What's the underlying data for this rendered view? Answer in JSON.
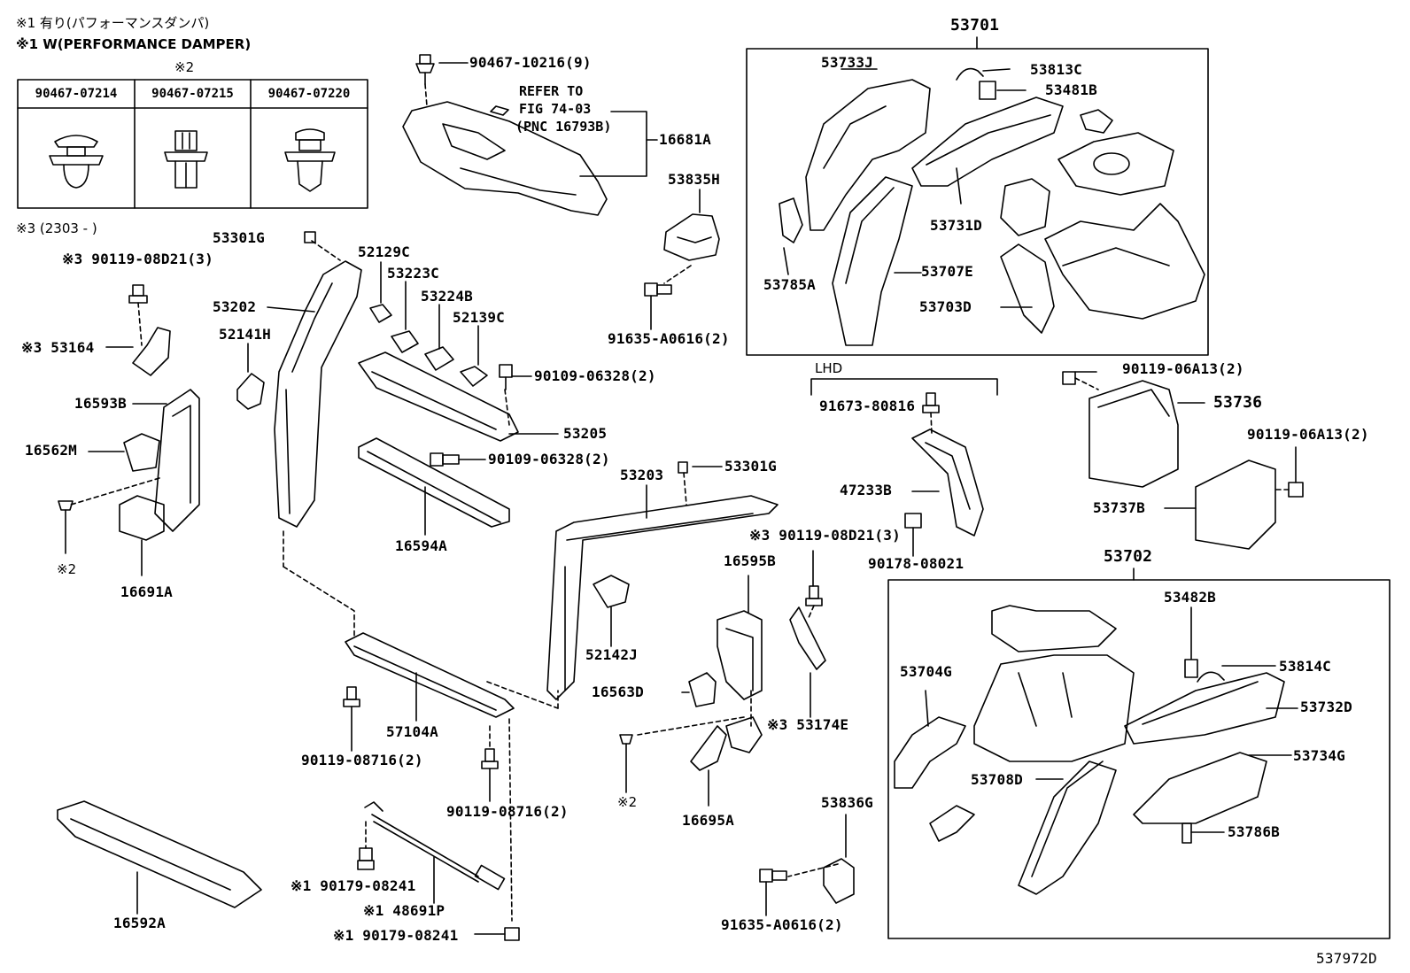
{
  "notes": {
    "n1_jp": "※1 有り(パフォーマンスダンパ)",
    "n1_en": "※1 W(PERFORMANCE DAMPER)",
    "n2_mark": "※2",
    "n3": "※3 (2303 -         )"
  },
  "clip_table": {
    "cells": [
      "90467-07214",
      "90467-07215",
      "90467-07220"
    ]
  },
  "refer": {
    "line1": "REFER TO",
    "line2": "FIG 74-03",
    "line3": "(PNC 16793B)"
  },
  "lhd_label": "LHD",
  "diagram_id": "537972D",
  "labels": {
    "p90467_10216": "90467-10216(9)",
    "p16681A": "16681A",
    "p53835H": "53835H",
    "p91635_A0616_top": "91635-A0616(2)",
    "p53701": "53701",
    "p53733J": "53733J",
    "p53813C": "53813C",
    "p53481B": "53481B",
    "p53731D": "53731D",
    "p53785A": "53785A",
    "p53707E": "53707E",
    "p53703D": "53703D",
    "p53301G_a": "53301G",
    "p52129C": "52129C",
    "p53223C": "53223C",
    "p53224B": "53224B",
    "p52139C": "52139C",
    "p53202": "53202",
    "p52141H": "52141H",
    "p90119_08D21_a": "※3 90119-08D21(3)",
    "p53164": "※3  53164",
    "p16593B": "16593B",
    "p16562M": "16562M",
    "p90109_06328_a": "90109-06328(2)",
    "p53205": "53205",
    "p90109_06328_b": "90109-06328(2)",
    "p16594A": "16594A",
    "p16691A": "16691A",
    "p_mark2_a": "※2",
    "p91673_80816": "91673-80816",
    "p90119_06A13_a": "90119-06A13(2)",
    "p53736": "53736",
    "p90119_06A13_b": "90119-06A13(2)",
    "p53737B": "53737B",
    "p47233B": "47233B",
    "p90178_08021": "90178-08021",
    "p53203": "53203",
    "p53301G_b": "53301G",
    "p90119_08D21_b": "※3 90119-08D21(3)",
    "p16595B": "16595B",
    "p52142J": "52142J",
    "p16563D": "16563D",
    "p53174E": "※3  53174E",
    "p57104A": "57104A",
    "p90119_08716_a": "90119-08716(2)",
    "p90119_08716_b": "90119-08716(2)",
    "p_mark2_b": "※2",
    "p16695A": "16695A",
    "p53836G": "53836G",
    "p91635_A0616_bot": "91635-A0616(2)",
    "p16592A": "16592A",
    "p90179_08241_a": "※1 90179-08241",
    "p48691P": "※1 48691P",
    "p90179_08241_b": "※1 90179-08241",
    "p53702": "53702",
    "p53482B": "53482B",
    "p53814C": "53814C",
    "p53704G": "53704G",
    "p53732D": "53732D",
    "p53734G": "53734G",
    "p53708D": "53708D",
    "p53786B": "53786B"
  }
}
